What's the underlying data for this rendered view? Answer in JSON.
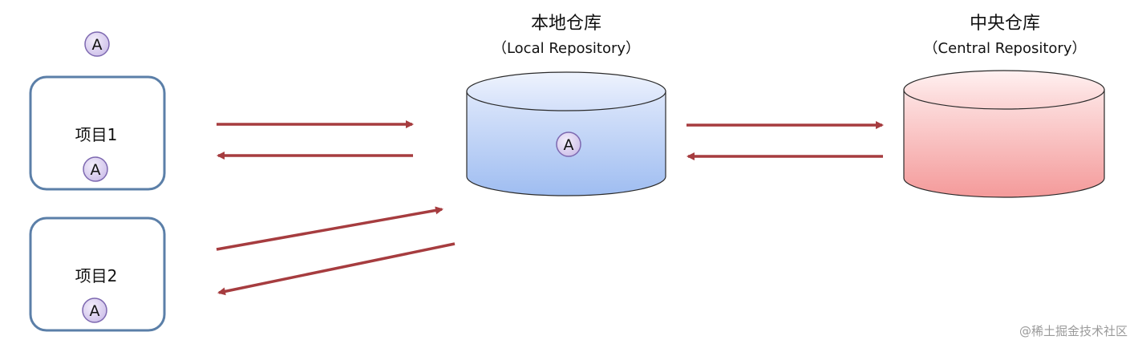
{
  "diagram": {
    "badge_letter": "A",
    "projects": [
      {
        "label": "项目1"
      },
      {
        "label": "项目2"
      }
    ],
    "local_repository": {
      "title_cn": "本地仓库",
      "title_en": "（Local Repository）"
    },
    "central_repository": {
      "title_cn": "中央仓库",
      "title_en": "（Central Repository）"
    },
    "watermark": "@稀土掘金技术社区"
  },
  "colors": {
    "arrow": "#a63c3f",
    "project_border": "#5b7fa8",
    "badge_fill": "#e3d9f3",
    "badge_stroke": "#7d68b0",
    "local_top": "#dde7fb",
    "local_bottom": "#9fbdf1",
    "central_top": "#fde3e3",
    "central_bottom": "#f49a9a"
  }
}
